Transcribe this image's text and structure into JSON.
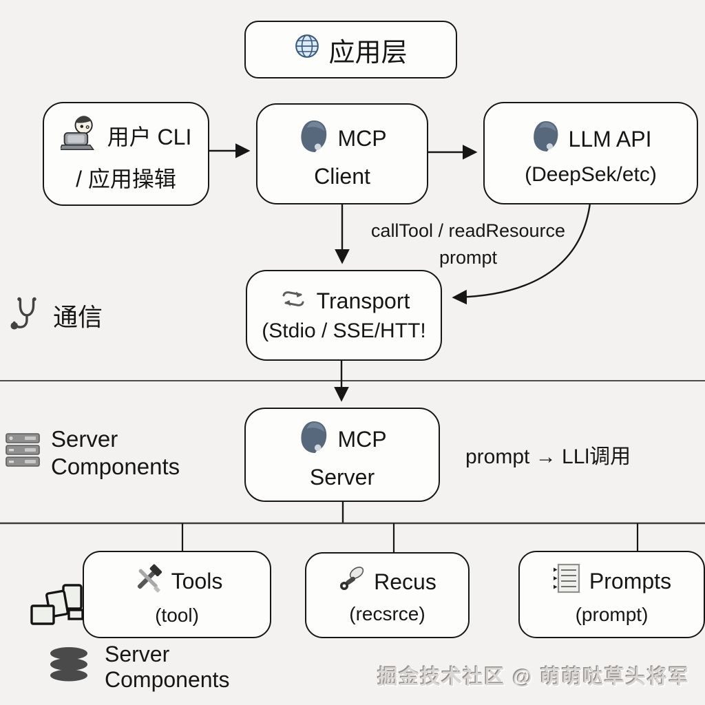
{
  "colors": {
    "background": "#f3f2f1",
    "box_fill": "#fdfdfc",
    "stroke": "#161616",
    "divider": "#4a4a4a",
    "head_icon": "#57687d",
    "watermark": "#d9d6d3"
  },
  "nodes": {
    "app_layer": {
      "icon": "globe-icon",
      "label": "应用层"
    },
    "user_cli": {
      "icon": "technologist-icon",
      "line1": "用户 CLI",
      "line2": "/ 应用操辑"
    },
    "mcp_client": {
      "icon": "robot-head-icon",
      "line1": "MCP",
      "line2": "Client"
    },
    "llm_api": {
      "icon": "robot-head-icon",
      "line1": "LLM API",
      "line2": "(DeepSek/etc)"
    },
    "transport": {
      "icon": "transfer-arrows-icon",
      "line1": "Transport",
      "line2": "(Stdio / SSE/HTT!"
    },
    "mcp_server": {
      "icon": "robot-head-icon",
      "line1": "MCP",
      "line2": "Server"
    },
    "tools": {
      "icon": "hammer-wrench-icon",
      "line1": "Tools",
      "line2": "(tool)"
    },
    "resources": {
      "icon": "hand-tool-icon",
      "line1": "Recus",
      "line2": "(recsrce)"
    },
    "prompts": {
      "icon": "list-icon",
      "line1": "Prompts",
      "line2": "(prompt)"
    }
  },
  "edge_labels": {
    "client_to_transport_line1": "callTool / readResource",
    "client_to_transport_line2": "prompt",
    "server_prompt_flow": "prompt → LLl调用"
  },
  "annotations": {
    "communication": {
      "icon": "stethoscope-icon",
      "label": "通信"
    },
    "server_components_middle": {
      "icon": "server-rack-icon",
      "line1": "Server",
      "line2": "Components"
    },
    "server_components_bottom": {
      "icons": [
        "stacked-pages-icon",
        "database-icon"
      ],
      "line1": "Server",
      "line2": "Components"
    },
    "watermark": "掘金技术社区 @ 萌萌哒草头将军"
  }
}
